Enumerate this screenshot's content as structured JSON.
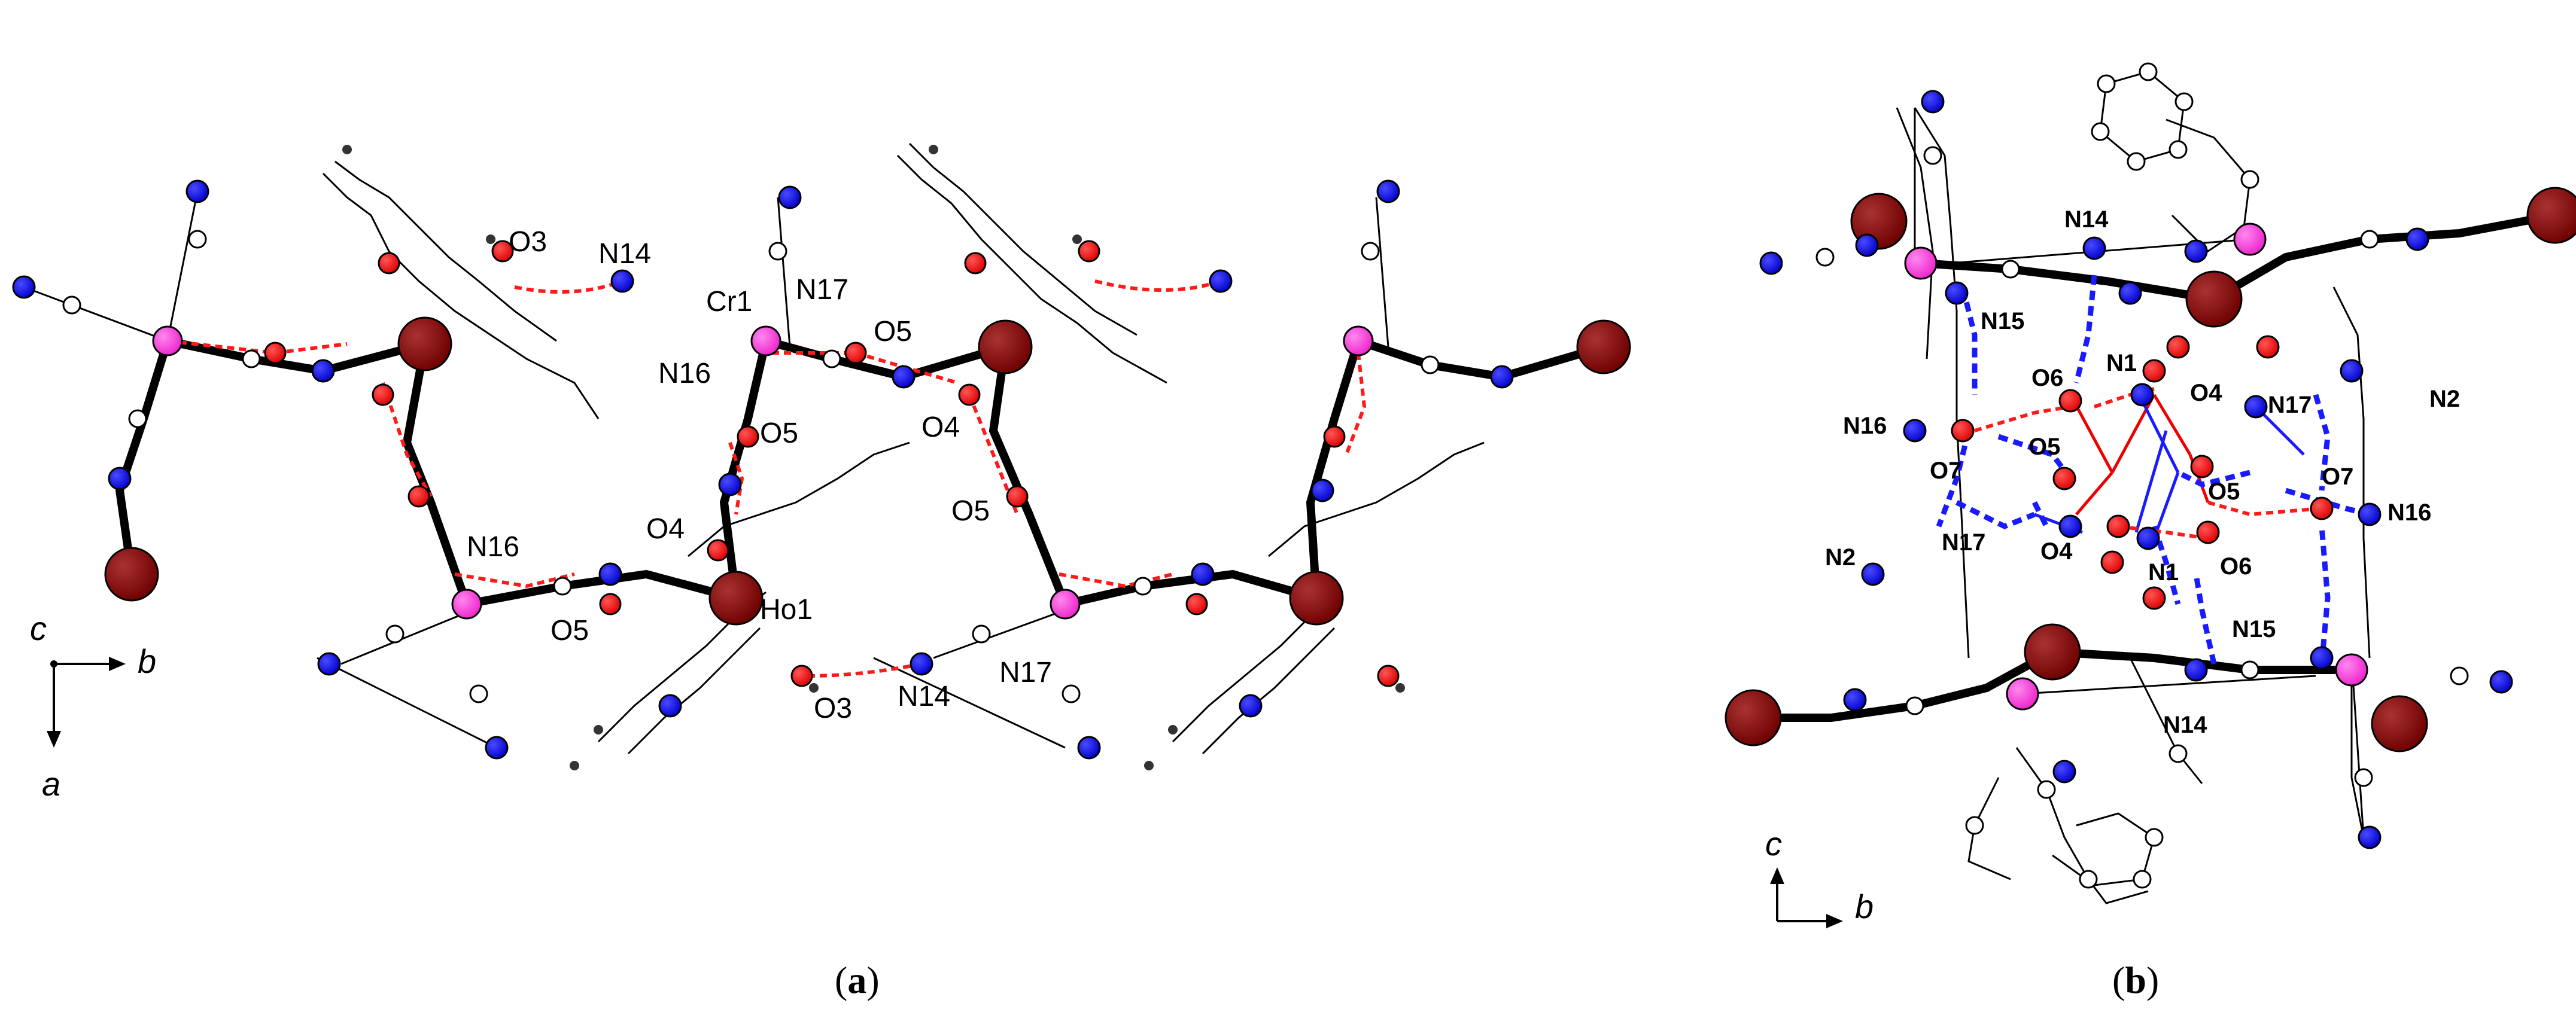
{
  "colors": {
    "ho": "#8b0000",
    "cr": "#ff33cc",
    "n": "#1515ee",
    "o": "#ee1111",
    "c": "#ffffff",
    "h": "#333333",
    "hbond_red": "#ff1a1a",
    "hbond_blue": "#1a1aff"
  },
  "panel_a": {
    "caption_letter": "a",
    "axis_labels": {
      "c": "c",
      "b": "b",
      "a": "a"
    },
    "atom_labels": [
      "O3",
      "N14",
      "Cr1",
      "N17",
      "O5",
      "N16",
      "O5",
      "O4",
      "O5",
      "O4",
      "N16",
      "O5",
      "Ho1",
      "O3",
      "N14",
      "N17"
    ]
  },
  "panel_b": {
    "caption_letter": "b",
    "axis_labels": {
      "c": "c",
      "b": "b"
    },
    "atom_labels": [
      "N14",
      "N15",
      "O6",
      "N1",
      "O4",
      "N17",
      "N2",
      "N16",
      "O5",
      "O7",
      "O5",
      "O7",
      "N16",
      "N17",
      "O4",
      "N1",
      "O6",
      "N2",
      "N15",
      "N14"
    ]
  }
}
